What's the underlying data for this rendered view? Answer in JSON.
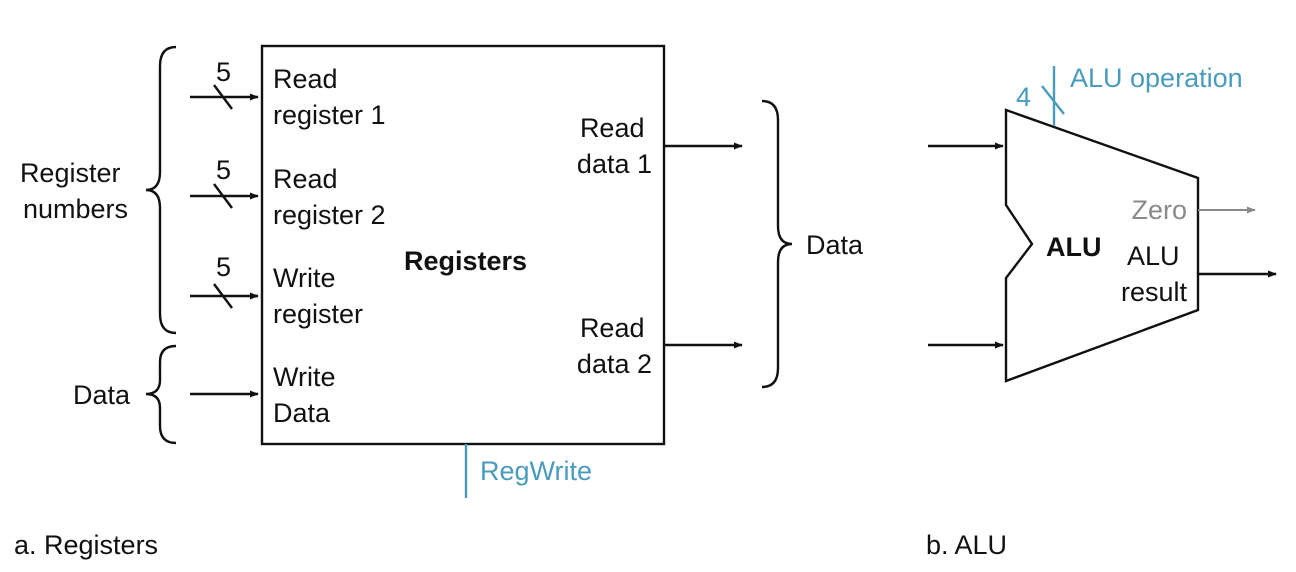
{
  "registers_panel": {
    "block_title": "Registers",
    "read_register_1": [
      "Read",
      "register 1"
    ],
    "read_register_2": [
      "Read",
      "register 2"
    ],
    "write_register": [
      "Write",
      "register"
    ],
    "write_data": [
      "Write",
      "Data"
    ],
    "read_data_1": [
      "Read",
      "data 1"
    ],
    "read_data_2": [
      "Read",
      "data 2"
    ],
    "bus_width_1": "5",
    "bus_width_2": "5",
    "bus_width_3": "5",
    "register_numbers_label": [
      "Register",
      "numbers"
    ],
    "data_in_label": "Data",
    "data_out_label": "Data",
    "control_signal": "RegWrite",
    "caption": "a. Registers"
  },
  "alu_panel": {
    "block_title": "ALU",
    "control_signal": "ALU operation",
    "control_width": "4",
    "zero_output": "Zero",
    "result_output": [
      "ALU",
      "result"
    ],
    "caption": "b. ALU"
  },
  "colors": {
    "control": "#4a9bbd",
    "zero": "#8a8a8a",
    "line": "#111111"
  }
}
